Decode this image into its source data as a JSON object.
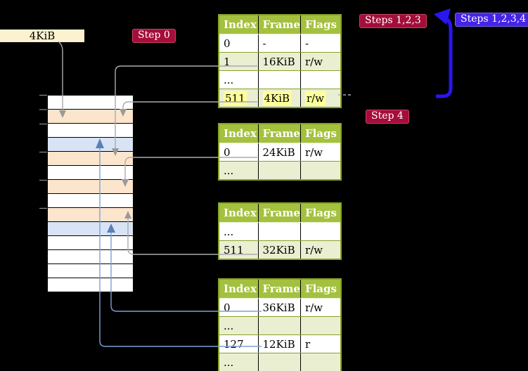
{
  "colors": {
    "background": "#000000",
    "table_header_green": "#a3c13e",
    "table_border_green": "#86a226",
    "row_shade_green": "#eaefd2",
    "highlight_yellow": "#ffff99",
    "memory_orange": "#fce5cd",
    "memory_blue": "#d8e4f5",
    "memory_white": "#ffffff",
    "badge_red": "#a50d3a",
    "badge_red_border": "#c64565",
    "badge_blue": "#4623e9",
    "big_arrow_blue": "#2a16ee",
    "gray_connector": "#ababab",
    "blue_connector": "#7e9fd4",
    "frame_label_bg": "#fdf2cf"
  },
  "frame_label": {
    "text": "4KiB"
  },
  "badges": {
    "step0": {
      "label": "Step 0"
    },
    "steps123": {
      "label": "Steps 1,2,3"
    },
    "steps1234": {
      "label": "Steps 1,2,3,4"
    },
    "step4": {
      "label": "Step 4"
    }
  },
  "memory_column": {
    "rows": [
      {
        "color": "white"
      },
      {
        "color": "orange"
      },
      {
        "color": "white"
      },
      {
        "color": "blue"
      },
      {
        "color": "orange"
      },
      {
        "color": "white"
      },
      {
        "color": "orange"
      },
      {
        "color": "white"
      },
      {
        "color": "orange"
      },
      {
        "color": "blue"
      },
      {
        "color": "white"
      },
      {
        "color": "white"
      },
      {
        "color": "white"
      },
      {
        "color": "white"
      }
    ]
  },
  "page_tables": [
    {
      "name": "page-table-level-4",
      "columns": [
        "Index",
        "Frame",
        "Flags"
      ],
      "rows": [
        {
          "cells": [
            "0",
            "-",
            "-"
          ]
        },
        {
          "cells": [
            "1",
            "16KiB",
            "r/w"
          ]
        },
        {
          "cells": [
            "...",
            "",
            ""
          ]
        },
        {
          "cells": [
            "511",
            "4KiB",
            "r/w"
          ],
          "highlighted": true
        }
      ]
    },
    {
      "name": "page-table-level-3",
      "columns": [
        "Index",
        "Frame",
        "Flags"
      ],
      "rows": [
        {
          "cells": [
            "0",
            "24KiB",
            "r/w"
          ]
        },
        {
          "cells": [
            "...",
            "",
            ""
          ]
        }
      ]
    },
    {
      "name": "page-table-level-2",
      "columns": [
        "Index",
        "Frame",
        "Flags"
      ],
      "rows": [
        {
          "cells": [
            "...",
            "",
            ""
          ]
        },
        {
          "cells": [
            "511",
            "32KiB",
            "r/w"
          ]
        }
      ]
    },
    {
      "name": "page-table-level-1",
      "columns": [
        "Index",
        "Frame",
        "Flags"
      ],
      "rows": [
        {
          "cells": [
            "0",
            "36KiB",
            "r/w"
          ]
        },
        {
          "cells": [
            "...",
            "",
            ""
          ]
        },
        {
          "cells": [
            "127",
            "12KiB",
            "r"
          ]
        },
        {
          "cells": [
            "...",
            "",
            ""
          ]
        }
      ]
    }
  ]
}
